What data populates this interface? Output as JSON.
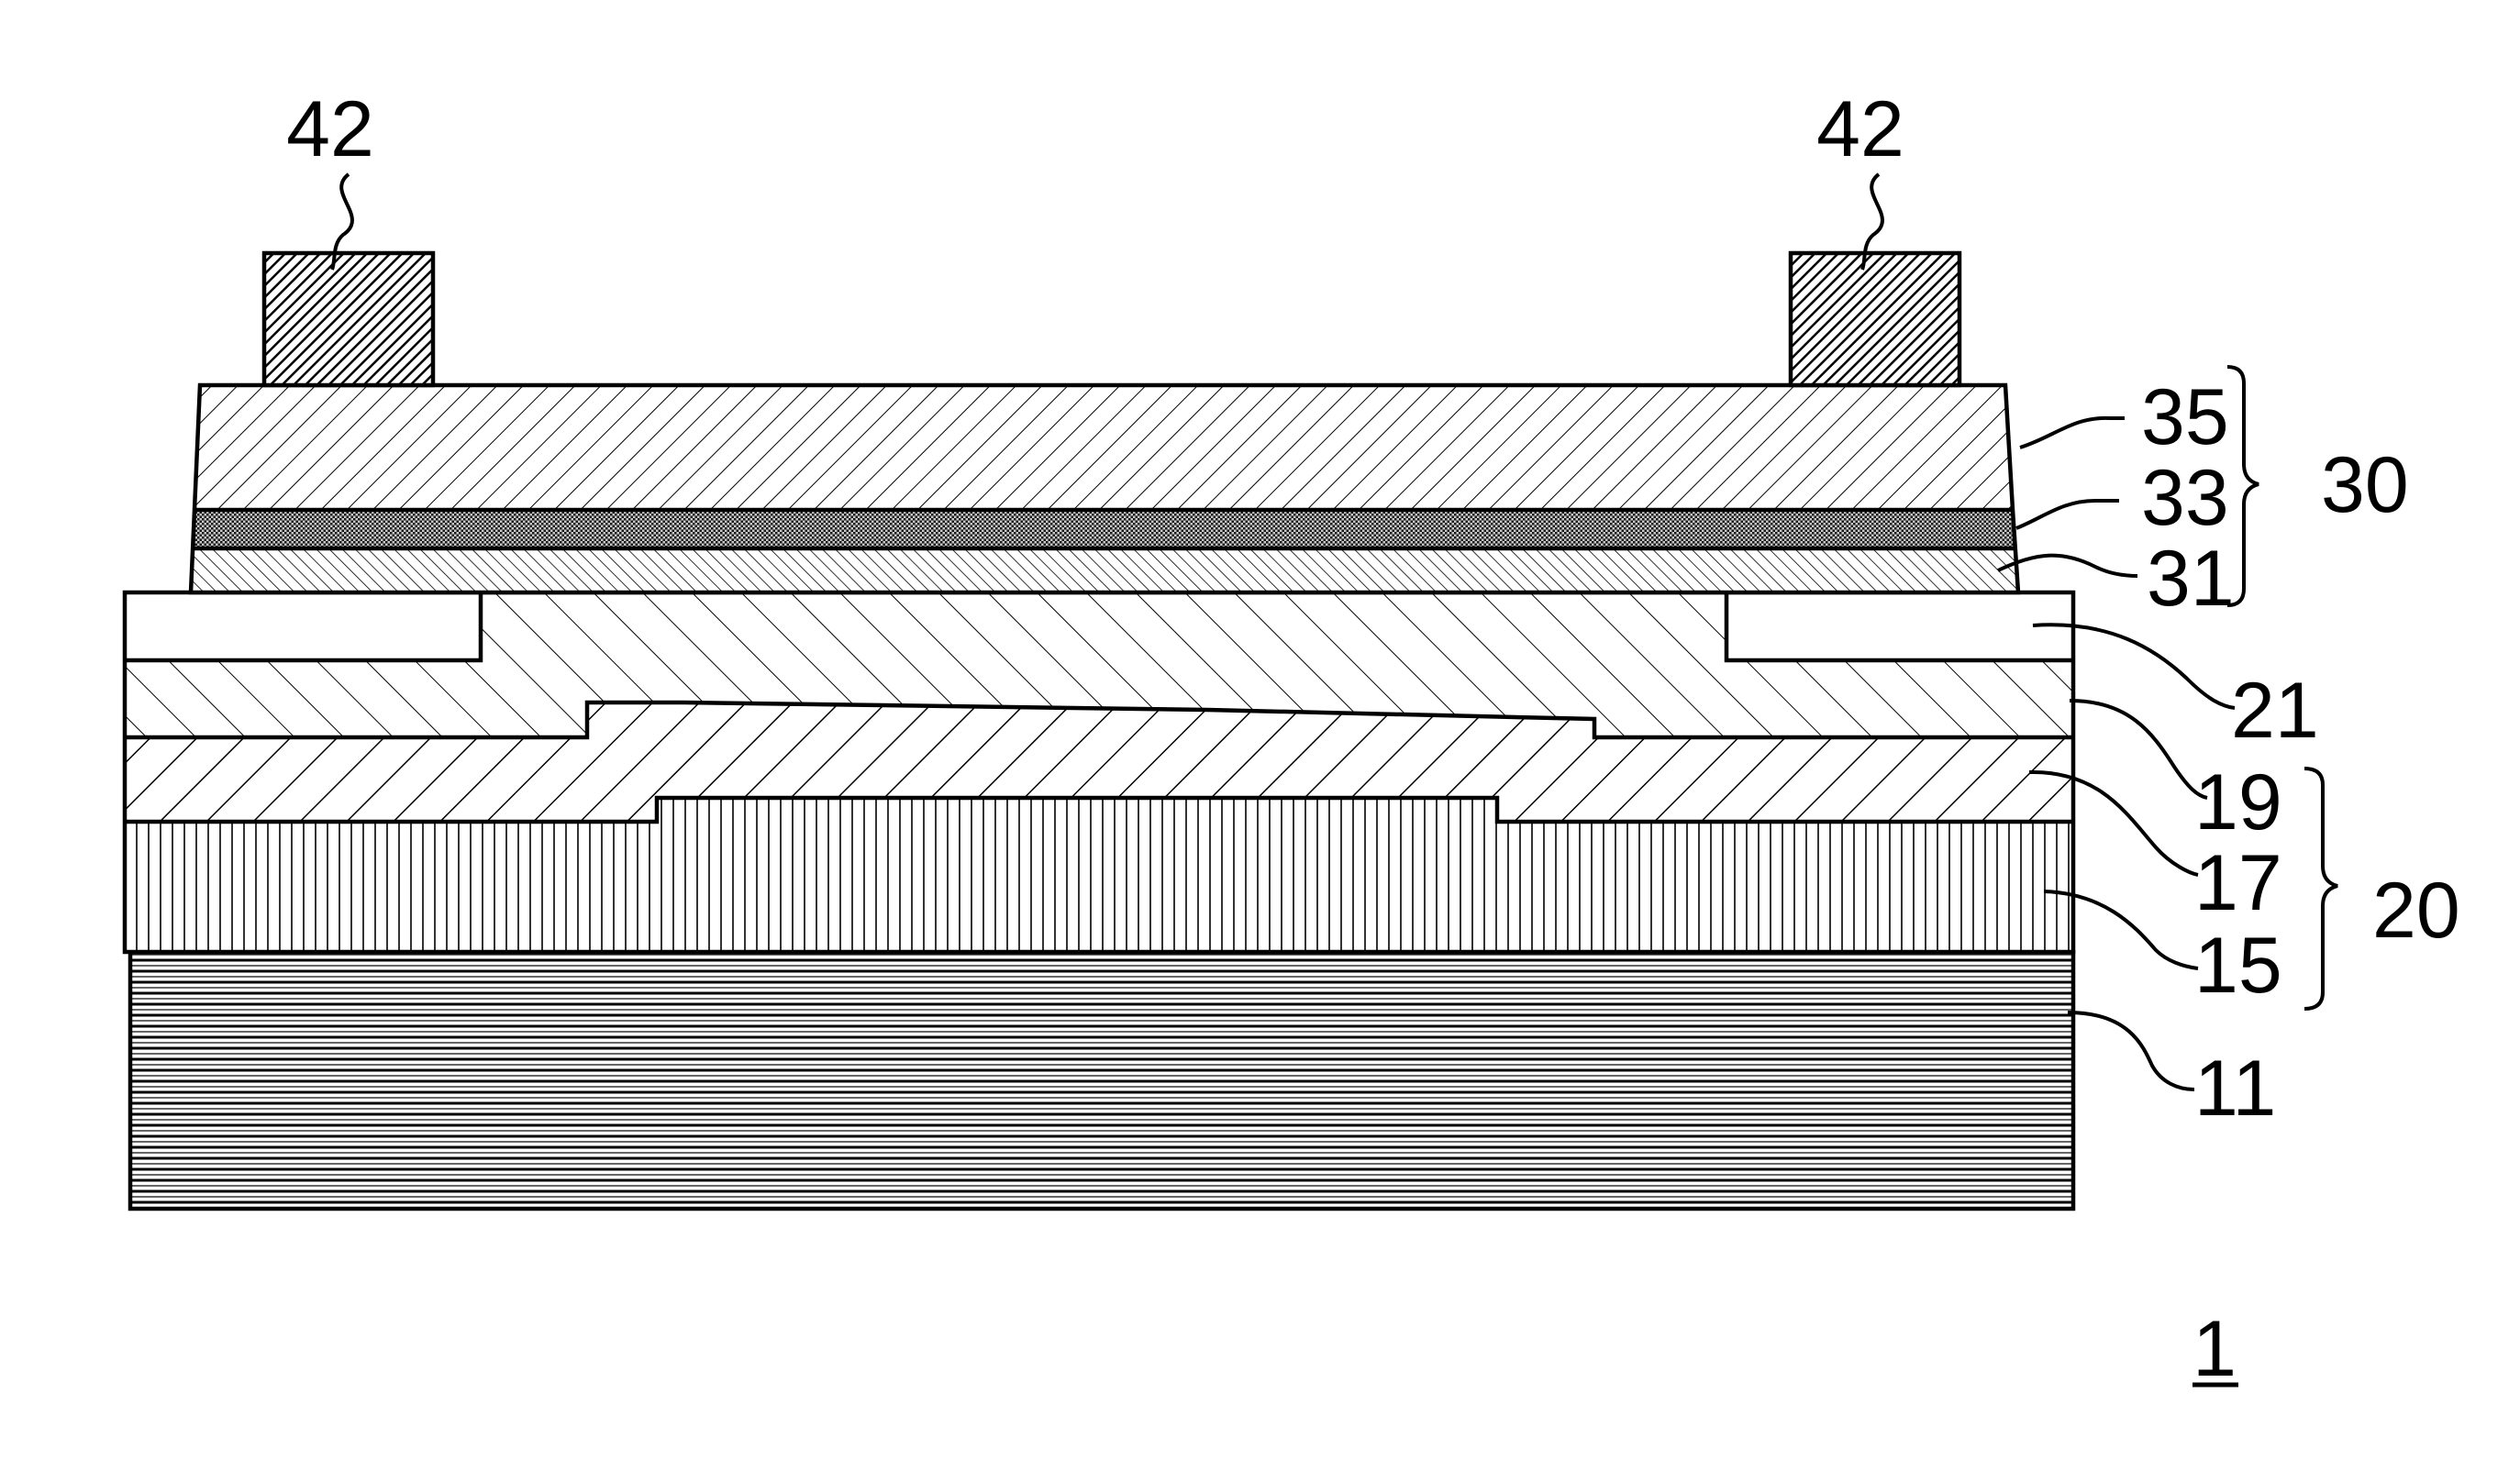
{
  "figure": {
    "layers": {
      "layer_11": "11",
      "layer_15": "15",
      "layer_17": "17",
      "layer_19": "19",
      "layer_21": "21",
      "layer_31": "31",
      "layer_33": "33",
      "layer_35": "35",
      "electrode": "42"
    },
    "groups": {
      "group_20": "20",
      "group_30": "30"
    },
    "figure_ref": "1"
  }
}
